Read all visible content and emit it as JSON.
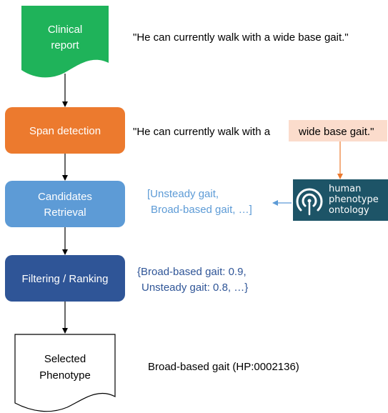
{
  "colors": {
    "clinical_report": "#1fb35a",
    "span_detection": "#ec7a2e",
    "candidates_retrieval": "#5d9bd6",
    "filtering_ranking": "#2f5597",
    "selected_phenotype_fill": "#ffffff",
    "candidate_text": "#5d9bd6",
    "ranking_text": "#2f5597",
    "highlight": "#fbdccc",
    "hpo_background": "#1d5467",
    "orange_arrow": "#ec7a2e",
    "blue_arrow": "#5d9bd6"
  },
  "nodes": {
    "clinical_report": {
      "line1": "Clinical",
      "line2": "report"
    },
    "span_detection": {
      "label": "Span detection"
    },
    "candidates_retrieval": {
      "line1": "Candidates",
      "line2": "Retrieval"
    },
    "filtering_ranking": {
      "label": "Filtering / Ranking"
    },
    "selected_phenotype": {
      "line1": "Selected",
      "line2": "Phenotype"
    }
  },
  "annotations": {
    "report_quote": "\"He can currently walk with a wide base gait.\"",
    "span_quote_prefix": "\"He can currently walk with a",
    "span_quote_highlight": "wide base gait.\"",
    "candidates_line1": "[Unsteady gait,",
    "candidates_line2": "Broad-based gait, …]",
    "ranking_line1": "{Broad-based gait: 0.9,",
    "ranking_line2": "Unsteady gait: 0.8, …}",
    "result": "Broad-based gait (HP:0002136)"
  },
  "hpo_logo": {
    "icon": "hpo-signal-icon",
    "line1": "human",
    "line2": "phenotype",
    "line3": "ontology"
  }
}
